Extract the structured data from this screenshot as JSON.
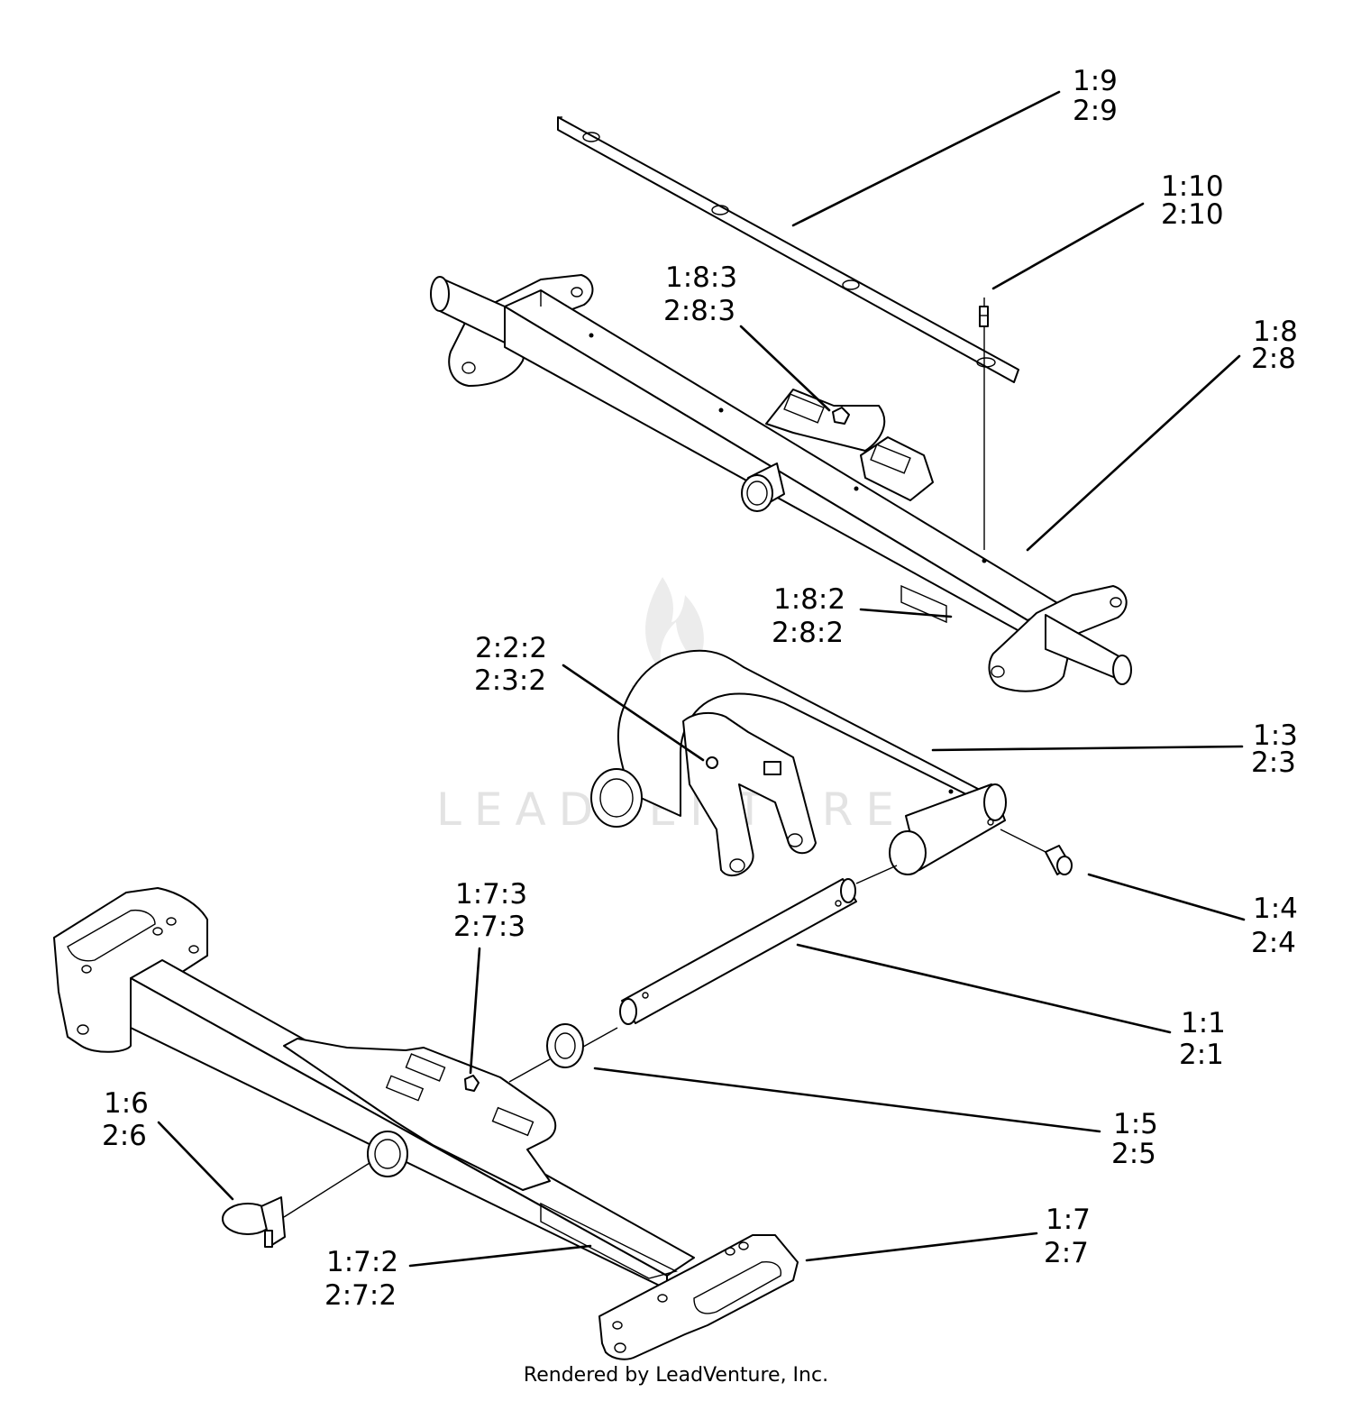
{
  "callouts": [
    {
      "id": "p9",
      "line1": "1:9",
      "line2": "2:9"
    },
    {
      "id": "p10",
      "line1": "1:10",
      "line2": "2:10"
    },
    {
      "id": "p83",
      "line1": "1:8:3",
      "line2": "2:8:3"
    },
    {
      "id": "p8",
      "line1": "1:8",
      "line2": "2:8"
    },
    {
      "id": "p82",
      "line1": "1:8:2",
      "line2": "2:8:2"
    },
    {
      "id": "p22",
      "line1": "2:2:2",
      "line2": "2:3:2"
    },
    {
      "id": "p3",
      "line1": "1:3",
      "line2": "2:3"
    },
    {
      "id": "p4",
      "line1": "1:4",
      "line2": "2:4"
    },
    {
      "id": "p73",
      "line1": "1:7:3",
      "line2": "2:7:3"
    },
    {
      "id": "p1",
      "line1": "1:1",
      "line2": "2:1"
    },
    {
      "id": "p6",
      "line1": "1:6",
      "line2": "2:6"
    },
    {
      "id": "p5",
      "line1": "1:5",
      "line2": "2:5"
    },
    {
      "id": "p7",
      "line1": "1:7",
      "line2": "2:7"
    },
    {
      "id": "p72",
      "line1": "1:7:2",
      "line2": "2:7:2"
    }
  ],
  "watermark": "LEADVENTURE",
  "footer": "Rendered by LeadVenture, Inc."
}
